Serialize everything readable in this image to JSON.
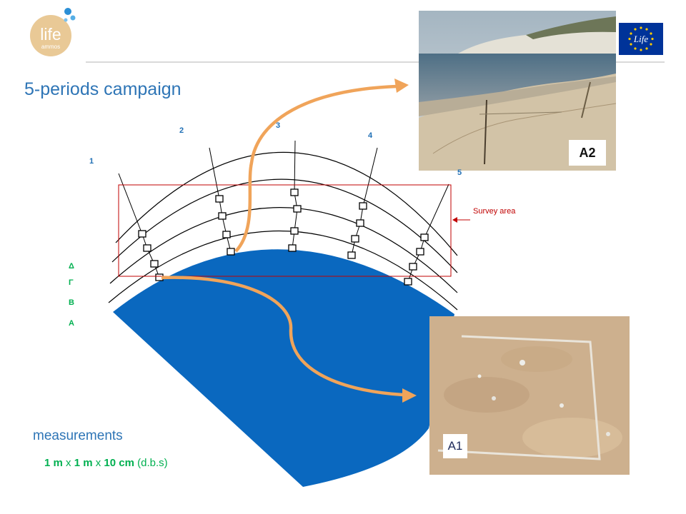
{
  "title": "5-periods campaign",
  "logo": {
    "top": "life",
    "bottom": "ammos"
  },
  "eu_logo": {
    "text": "Life"
  },
  "survey_area_label": "Survey area",
  "transect_labels": [
    "1",
    "2",
    "3",
    "4",
    "5"
  ],
  "zone_labels": [
    "Δ",
    "Γ",
    "Β",
    "Α"
  ],
  "photos": {
    "a2": {
      "tag": "A2"
    },
    "a1": {
      "tag": "A1"
    }
  },
  "measurements": {
    "title": "measurements",
    "length": "1 m",
    "width": "1 m",
    "depth": "10 cm",
    "sep": "x",
    "note": "(d.b.s)"
  },
  "colors": {
    "title": "#2e75b6",
    "sea": "#0a68bf",
    "arrow": "#f0a45a",
    "survey_box": "#c00000",
    "measure_green": "#00b050",
    "transect_label": "#1f6fb5",
    "eu_blue": "#003399",
    "eu_star": "#ffcc00"
  }
}
